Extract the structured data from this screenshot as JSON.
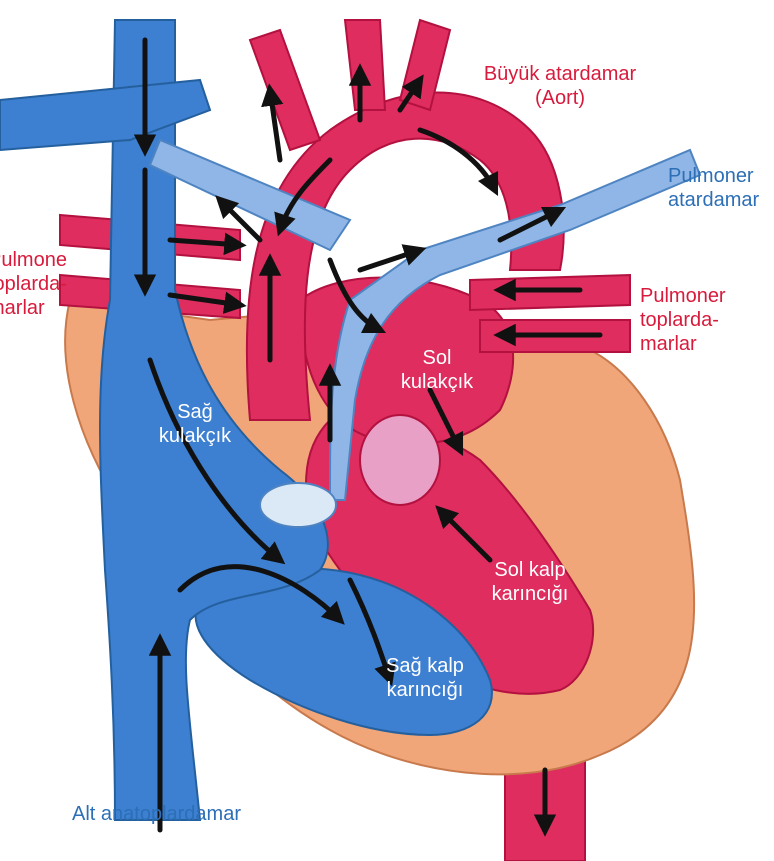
{
  "colors": {
    "oxygenated": "#de2d5e",
    "oxygenated_dark": "#c21548",
    "deoxygenated": "#3d7fd0",
    "deoxygenated_light": "#8fb6e6",
    "muscle": "#f1a679",
    "label_red": "#d81b3c",
    "label_blue": "#2c6fb6",
    "arrow": "#111111"
  },
  "labels": {
    "aorta_line1": "Büyük atardamar",
    "aorta_line2": "(Aort)",
    "pulmonary_artery_line1": "Pulmoner",
    "pulmonary_artery_line2": "atardamar",
    "pulmonary_veins_left_line1": "Pulmoner",
    "pulmonary_veins_left_line2": "toplarda-",
    "pulmonary_veins_left_line3": "marlar",
    "pulmonary_veins_right_line1": "Pulmoner",
    "pulmonary_veins_right_line2": "toplarda-",
    "pulmonary_veins_right_line3": "marlar",
    "right_atrium_line1": "Sağ",
    "right_atrium_line2": "kulakçık",
    "left_atrium_line1": "Sol",
    "left_atrium_line2": "kulakçık",
    "left_ventricle_line1": "Sol kalp",
    "left_ventricle_line2": "karıncığı",
    "right_ventricle_line1": "Sağ kalp",
    "right_ventricle_line2": "karıncığı",
    "inferior_vena_cava": "Alt anatoplardamar"
  },
  "icons": {
    "flow_arrow": "arrow-icon"
  }
}
